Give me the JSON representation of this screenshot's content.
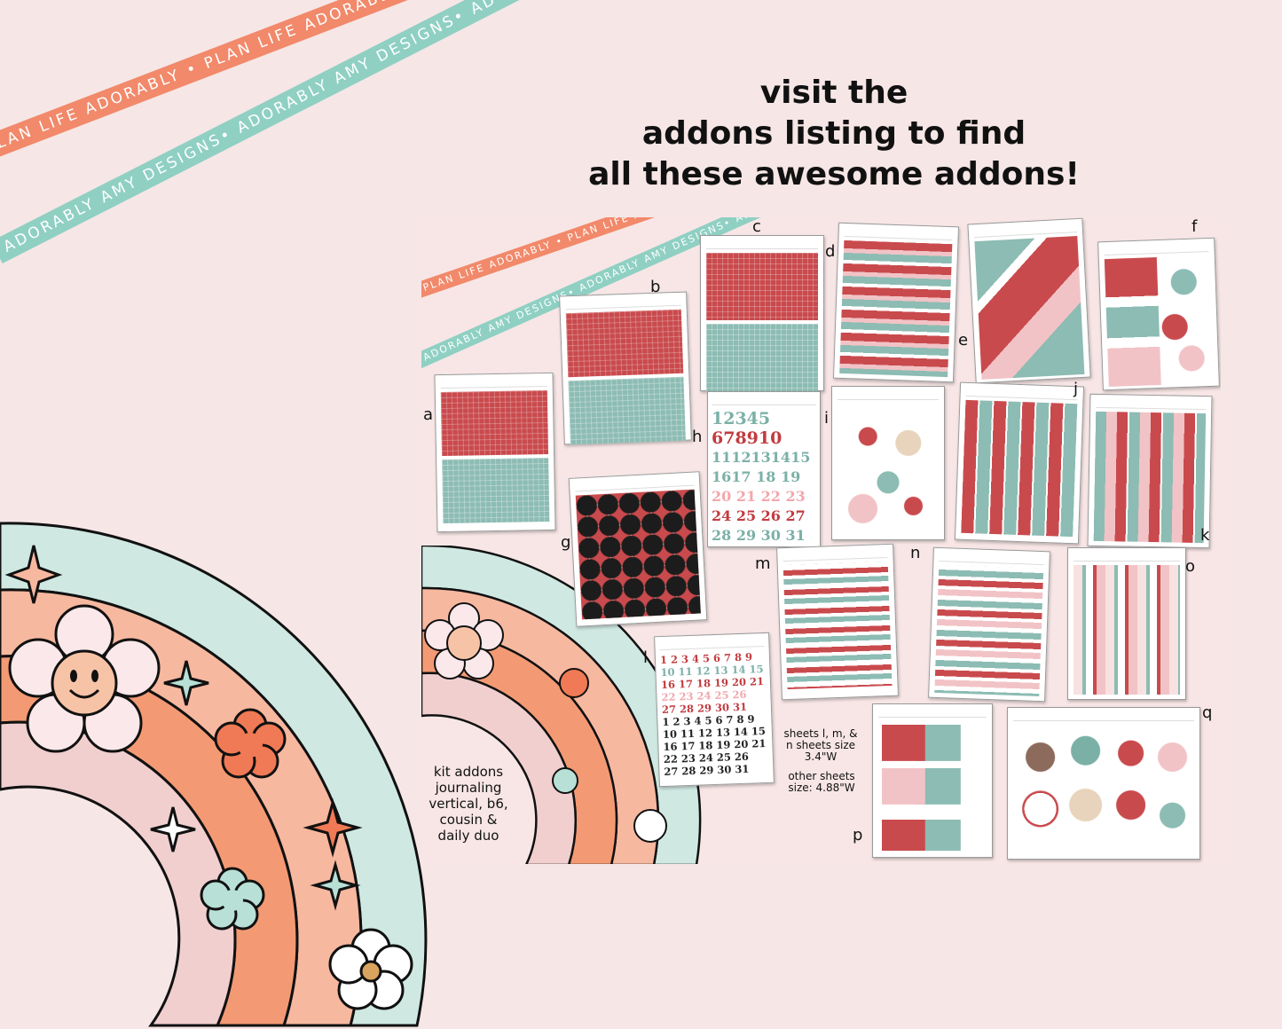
{
  "ribbons": {
    "coral_text": "PLAN LIFE ADORABLY • PLAN LIFE ADORABLY • PLAN LIFE ADORABLY •",
    "mint_text": "ADORABLY AMY DESIGNS• ADORABLY AMY DESIGNS• ADORABLY AMY DESIGNS• ADORABLY AMY"
  },
  "headline": {
    "line1": "visit the",
    "line2": "addons listing to find",
    "line3": "all these awesome addons!"
  },
  "sheet_letters": [
    "a",
    "b",
    "c",
    "d",
    "e",
    "f",
    "g",
    "h",
    "i",
    "j",
    "k",
    "l",
    "m",
    "n",
    "o",
    "p",
    "q"
  ],
  "sheet_h": {
    "row1": "12345",
    "row2": "678910",
    "row3": "1112131415",
    "row4": "1617 18 19",
    "row5": "20 21 22 23",
    "row6": "24 25 26 27",
    "row7": "28 29 30 31"
  },
  "sheet_l": {
    "row1": "1 2 3 4 5 6 7 8 9",
    "row2": "10 11 12 13 14 15",
    "row3": "16 17 18 19 20 21",
    "row4": "22 23 24 25 26",
    "row5": "27 28 29 30 31",
    "row6": "1 2 3 4 5 6 7 8 9",
    "row7": "10 11 12 13 14 15",
    "row8": "16 17 18 19 20 21",
    "row9": "22 23 24 25 26",
    "row10": "27 28 29 30 31"
  },
  "notes": {
    "sheet_size_1": "sheets l, m, & n sheets size 3.4\"W",
    "sheet_size_2": "other sheets size: 4.88\"W",
    "kit_addons": "kit addons journaling vertical, b6, cousin & daily duo"
  },
  "colors": {
    "background": "#f6e6e6",
    "coral": "#f1896a",
    "mint": "#8fd0c3",
    "red": "#c94a4d",
    "teal": "#8cbcb3",
    "pink": "#f2c3c6"
  }
}
